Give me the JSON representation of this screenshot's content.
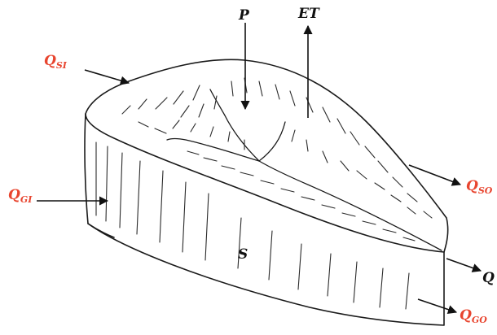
{
  "labels": {
    "P": "P",
    "ET": "ET",
    "S": "S",
    "Q": "Q",
    "QSI": {
      "main": "Q",
      "sub": "SI"
    },
    "QGI": {
      "main": "Q",
      "sub": "GI"
    },
    "QSO": {
      "main": "Q",
      "sub": "SO"
    },
    "QGO": {
      "main": "Q",
      "sub": "GO"
    }
  },
  "colors": {
    "red_label": "#e8452f",
    "black_label": "#111111",
    "outline": "#1a1a1a"
  }
}
